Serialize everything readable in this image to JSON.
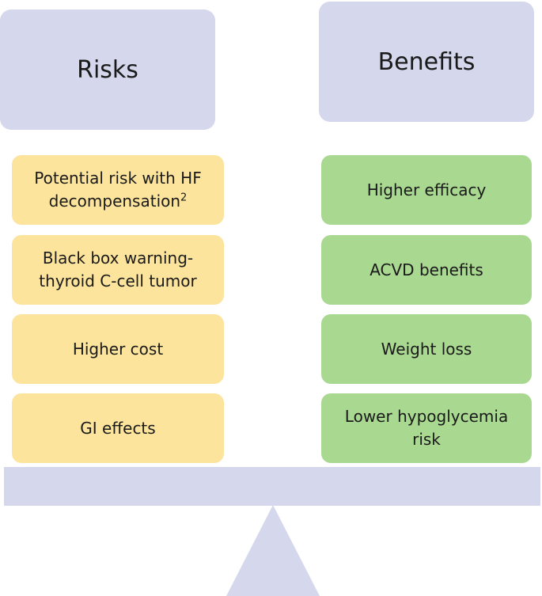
{
  "risks": {
    "title": "Risks",
    "items": [
      {
        "text": "Potential risk with HF decompensation",
        "sup": "2"
      },
      {
        "text": "Black box warning- thyroid C-cell tumor",
        "sup": ""
      },
      {
        "text": "Higher cost",
        "sup": ""
      },
      {
        "text": "GI effects",
        "sup": ""
      }
    ]
  },
  "benefits": {
    "title": "Benefits",
    "items": [
      {
        "text": "Higher efficacy"
      },
      {
        "text": "ACVD benefits"
      },
      {
        "text": "Weight loss"
      },
      {
        "text": "Lower hypoglycemia risk"
      }
    ]
  },
  "colors": {
    "header": "#d5d8ec",
    "risk": "#fce49c",
    "benefit": "#a9d891",
    "scale": "#d5d8ec"
  }
}
